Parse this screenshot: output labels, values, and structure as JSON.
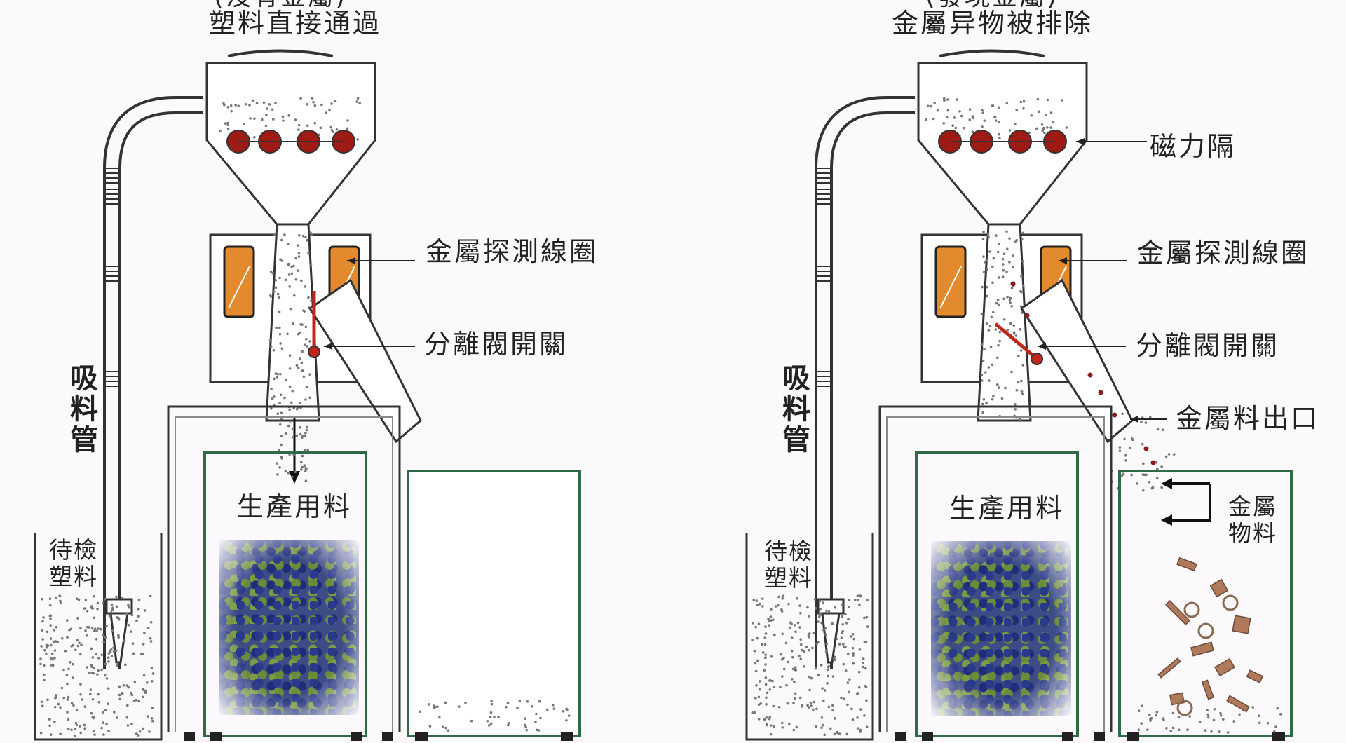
{
  "left_panel": {
    "header_top": "(沒有金屬)",
    "header": "塑料直接通過",
    "coil_label": "金屬探測線圈",
    "valve_label": "分離閥開關",
    "pipe_label": [
      "吸",
      "料",
      "管"
    ],
    "hopper_label": [
      "待檢",
      "塑料"
    ],
    "bin_label": "生產用料"
  },
  "right_panel": {
    "header_top": "(發現金屬)",
    "header": "金屬异物被排除",
    "magnet_label": "磁力隔",
    "coil_label": "金屬探測線圈",
    "valve_label": "分離閥開關",
    "outlet_label": "金屬料出口",
    "pipe_label": [
      "吸",
      "料",
      "管"
    ],
    "hopper_label": [
      "待檢",
      "塑料"
    ],
    "bin_label": "生產用料",
    "metal_bin_label": [
      "金屬",
      "物料"
    ]
  },
  "colors": {
    "ball": "#9e1a14",
    "coil": "#e48a2e",
    "bin_border": "#2e6a44",
    "valve": "#c0261c",
    "line": "#333333"
  }
}
